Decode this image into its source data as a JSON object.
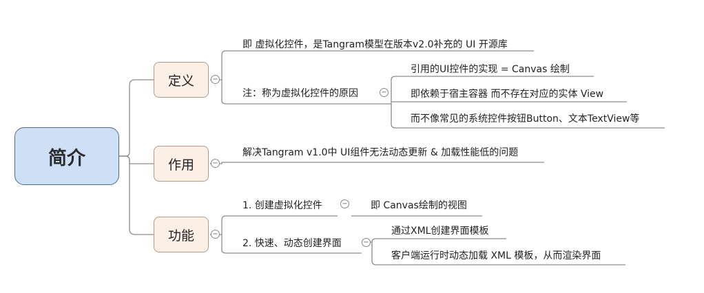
{
  "root": {
    "label": "简介"
  },
  "topics": [
    {
      "label": "定义",
      "children": [
        {
          "text": "即 虚拟化控件，是Tangram模型在版本v2.0补充的 UI 开源库"
        },
        {
          "text": "注：称为虚拟化控件的原因",
          "children": [
            {
              "text": "引用的UI控件的实现 = Canvas 绘制"
            },
            {
              "text": "即依赖于宿主容器 而不存在对应的实体 View"
            },
            {
              "text": "而不像常见的系统控件按钮Button、文本TextView等"
            }
          ]
        }
      ]
    },
    {
      "label": "作用",
      "children": [
        {
          "text": "解决Tangram v1.0中 UI组件无法动态更新 & 加载性能低的问题"
        }
      ]
    },
    {
      "label": "功能",
      "children": [
        {
          "text": "1. 创建虚拟化控件",
          "children": [
            {
              "text": "即 Canvas绘制的视图"
            }
          ]
        },
        {
          "text": "2. 快速、动态创建界面",
          "children": [
            {
              "text": "通过XML创建界面模板"
            },
            {
              "text": "客户端运行时动态加载 XML 模板，从而渲染界面"
            }
          ]
        }
      ]
    }
  ],
  "icons": {
    "collapse": "minus-circle-icon"
  },
  "colors": {
    "root_fill": "#cde0f6",
    "root_border": "#4a6a9c",
    "topic_fill": "#fbefe6",
    "topic_border": "#b49a86",
    "line": "#8c8c8c"
  }
}
